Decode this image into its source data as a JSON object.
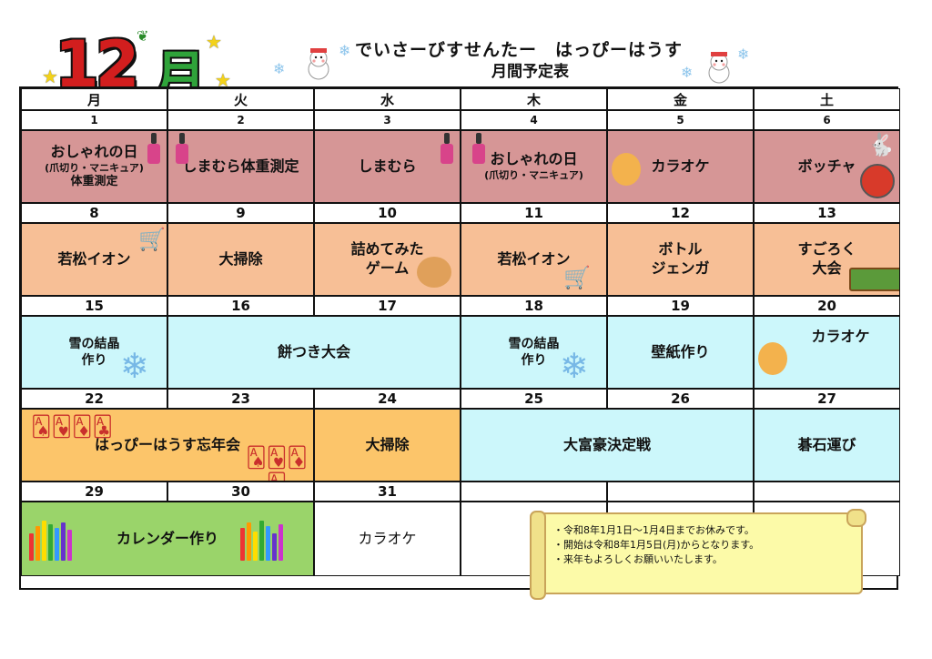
{
  "header": {
    "month_number": "12",
    "month_kanji": "月",
    "facility_name": "でいさーびすせんたー　はっぴーはうす",
    "subtitle": "月間予定表"
  },
  "weekdays": [
    "月",
    "火",
    "水",
    "木",
    "金",
    "土"
  ],
  "weeks": [
    {
      "dates": [
        "1",
        "2",
        "3",
        "4",
        "5",
        "6"
      ],
      "events": [
        {
          "label": "おしゃれの日",
          "sub": "(爪切り・マニキュア)",
          "extra": "体重測定",
          "color": "#d69696"
        },
        {
          "label": "しまむら体重測定",
          "color": "#d69696"
        },
        {
          "label": "しまむら",
          "color": "#d69696"
        },
        {
          "label": "おしゃれの日",
          "sub": "(爪切り・マニキュア)",
          "color": "#d69696"
        },
        {
          "label": "カラオケ",
          "color": "#d69696"
        },
        {
          "label": "ボッチャ",
          "color": "#d69696"
        }
      ]
    },
    {
      "dates": [
        "8",
        "9",
        "10",
        "11",
        "12",
        "13"
      ],
      "events": [
        {
          "label": "若松イオン",
          "color": "#f7bf96"
        },
        {
          "label": "大掃除",
          "color": "#f7bf96"
        },
        {
          "label": "詰めてみた",
          "extra": "ゲーム",
          "color": "#f7bf96"
        },
        {
          "label": "若松イオン",
          "color": "#f7bf96"
        },
        {
          "label": "ボトル",
          "extra": "ジェンガ",
          "color": "#f7bf96"
        },
        {
          "label": "すごろく",
          "extra": "大会",
          "color": "#f7bf96"
        }
      ]
    },
    {
      "dates": [
        "15",
        "16",
        "17",
        "18",
        "19",
        "20"
      ],
      "events": [
        {
          "label": "雪の結晶",
          "extra": "作り",
          "color": "#ccf7fb"
        },
        {
          "label": "餅つき大会",
          "color": "#ccf7fb",
          "span": 2
        },
        {
          "label": "雪の結晶",
          "extra": "作り",
          "color": "#ccf7fb"
        },
        {
          "label": "壁紙作り",
          "color": "#ccf7fb"
        },
        {
          "label": "カラオケ",
          "color": "#ccf7fb"
        }
      ]
    },
    {
      "dates": [
        "22",
        "23",
        "24",
        "25",
        "26",
        "27"
      ],
      "events": [
        {
          "label": "はっぴーはうす忘年会",
          "color": "#fcc56a",
          "span": 2
        },
        {
          "label": "大掃除",
          "color": "#fcc56a"
        },
        {
          "label": "大富豪決定戦",
          "color": "#ccf7fb",
          "span": 2
        },
        {
          "label": "碁石運び",
          "color": "#ccf7fb"
        }
      ]
    },
    {
      "dates": [
        "29",
        "30",
        "31",
        "",
        "",
        ""
      ],
      "events": [
        {
          "label": "カレンダー作り",
          "color": "#9ad46a",
          "span": 2
        },
        {
          "label": "カラオケ",
          "color": "#ffffff"
        }
      ]
    }
  ],
  "notice": {
    "lines": [
      "・令和8年1月1日～1月4日までお休みです。",
      "・開始は令和8年1月5日(月)からとなります。",
      "・来年もよろしくお願いいたします。"
    ]
  },
  "icons": [
    "nail-polish-icon",
    "shopping-cart-icon",
    "karaoke-singer-icon",
    "boccia-ball-icon",
    "rabbit-icon",
    "snowflake-icon",
    "playing-cards-icon",
    "colored-pencils-icon",
    "train-icon",
    "snowman-icon",
    "star-icon",
    "holly-icon"
  ]
}
